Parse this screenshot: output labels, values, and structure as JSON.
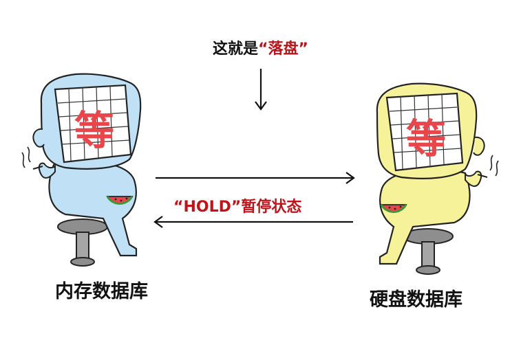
{
  "caption": {
    "prefix": "这就是",
    "highlight": "“落盘”"
  },
  "transfer": {
    "label": "“HOLD”暂停状态"
  },
  "left_character": {
    "screen_text": "等",
    "label": "内存数据库",
    "color": "#bfe0f5"
  },
  "right_character": {
    "screen_text": "等",
    "label": "硬盘数据库",
    "color": "#f6f299"
  },
  "colors": {
    "accent_red": "#e8464a",
    "caption_red": "#b8151b",
    "ink": "#111111"
  }
}
